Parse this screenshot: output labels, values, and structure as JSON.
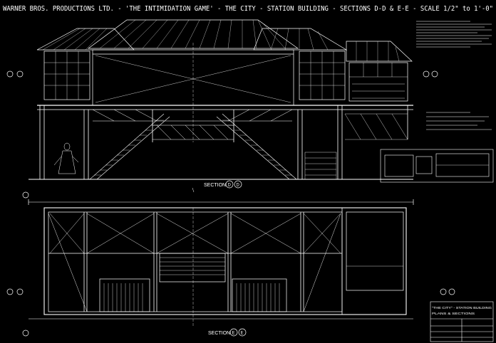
{
  "title": {
    "text": "WARNER BROS. PRODUCTIONS LTD.  -  'THE INTIMIDATION GAME'  -  THE CITY  -  STATION BUILDING  -  SECTIONS D-D & E-E  -  SCALE 1/2\" to 1'-0\""
  },
  "sections": {
    "upper": {
      "label": "SECTION",
      "mark_a": "D",
      "mark_b": "D"
    },
    "lower": {
      "label": "SECTION",
      "mark_a": "E",
      "mark_b": "E"
    }
  },
  "title_block": {
    "line1": "\"THE CITY\" - STATION BUILDING",
    "line2": "PLANS & SECTIONS"
  },
  "colors": {
    "background": "#000000",
    "ink": "#ffffff"
  }
}
